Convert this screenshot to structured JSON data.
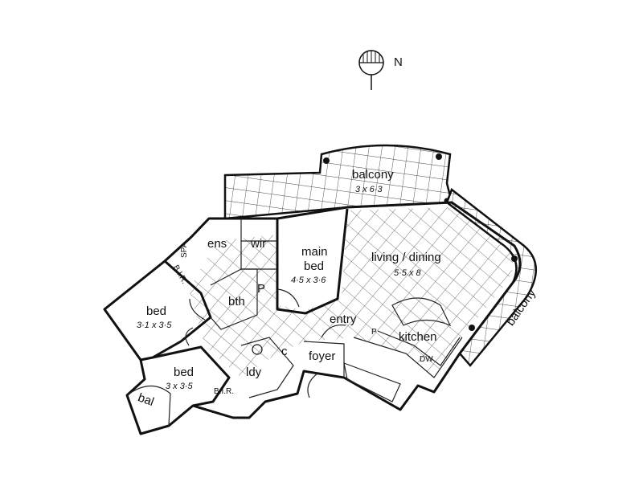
{
  "compass": {
    "label": "N"
  },
  "rooms": {
    "balcony_top": {
      "name": "balcony",
      "dims": "3 x 6·3"
    },
    "living": {
      "name": "living / dining",
      "dims": "5·5 x 8"
    },
    "main_bed": {
      "name": "main",
      "name2": "bed",
      "dims": "4·5 x 3·6"
    },
    "ens": {
      "name": "ens"
    },
    "wir": {
      "name": "wir"
    },
    "spa": {
      "name": "SPA"
    },
    "bir1": {
      "name": "B.I.R."
    },
    "bed1": {
      "name": "bed",
      "dims": "3·1 x 3·5"
    },
    "bth": {
      "name": "bth"
    },
    "pantry_p": {
      "name": "P"
    },
    "bed2": {
      "name": "bed",
      "dims": "3 x 3·5"
    },
    "bir2": {
      "name": "B.I.R."
    },
    "ldy": {
      "name": "ldy"
    },
    "c": {
      "name": "c"
    },
    "foyer": {
      "name": "foyer"
    },
    "entry": {
      "name": "entry"
    },
    "kitchen": {
      "name": "kitchen"
    },
    "kitchen_p": {
      "name": "P"
    },
    "dw": {
      "name": "DW"
    },
    "balcony_right": {
      "name": "balcony"
    },
    "bal": {
      "name": "bal"
    }
  }
}
